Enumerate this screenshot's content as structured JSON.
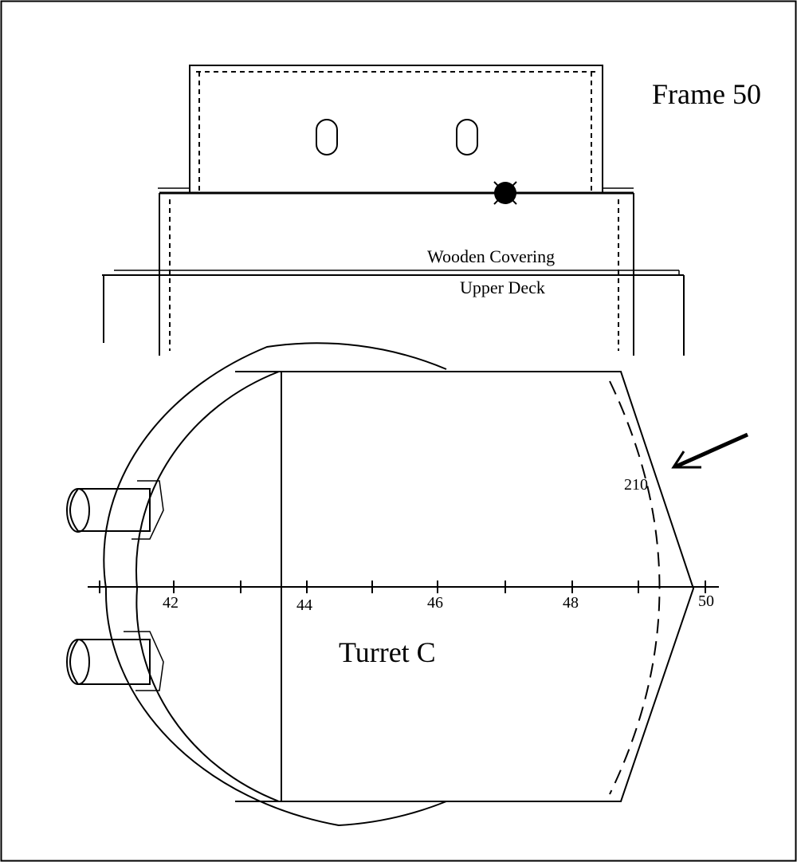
{
  "labels": {
    "frame": "Frame 50",
    "wooden_covering": "Wooden Covering",
    "upper_deck": "Upper Deck",
    "turret": "Turret C",
    "measurement": "210"
  },
  "axis_ticks": [
    "42",
    "44",
    "46",
    "48",
    "50"
  ]
}
